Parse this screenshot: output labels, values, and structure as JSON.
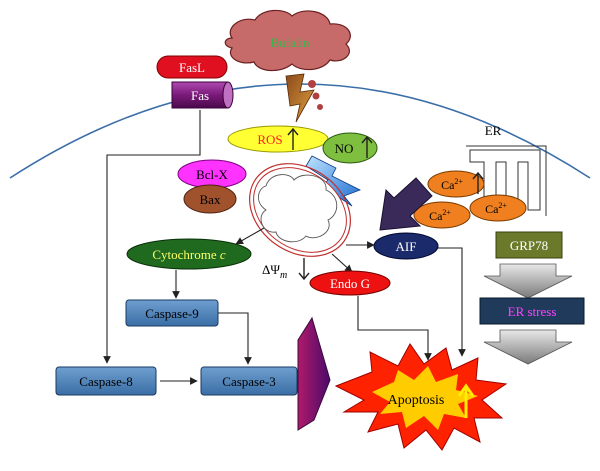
{
  "nodes": {
    "bufalin": "Bufalin",
    "fasl": "FasL",
    "fas": "Fas",
    "ros": "ROS",
    "no": "NO",
    "er": "ER",
    "bclx": "Bcl-X",
    "bax": "Bax",
    "ca2_top": "Ca",
    "ca2_left": "Ca",
    "ca2_right": "Ca",
    "ca_sup": "2+",
    "cytochrome": "Cytochrome ",
    "cytochrome_c": "c",
    "delta_psi": "ΔΨ",
    "delta_psi_sub": "m",
    "aif": "AIF",
    "endog": "Endo G",
    "grp78": "GRP78",
    "er_stress": "ER stress",
    "caspase9": "Caspase-9",
    "caspase8": "Caspase-8",
    "caspase3": "Caspase-3",
    "apoptosis": "Apoptosis"
  },
  "colors": {
    "membrane": "#3b6ea8",
    "cloud_fill": "#c96a6a",
    "bufalin_text": "#39b54a",
    "fasl_fill": "#e01020",
    "fas_fill": "#7a1a7a",
    "ros_fill": "#ffff33",
    "ros_text": "#ff2020",
    "no_fill": "#7fbf3f",
    "bclx_fill": "#ff33ff",
    "bax_fill": "#a0522d",
    "ca_fill": "#f07f1f",
    "cyto_fill": "#1f6a1f",
    "cyto_text": "#ffff66",
    "aif_fill": "#1a2a6a",
    "endog_fill": "#ee1111",
    "grp78_fill": "#6b7a2a",
    "erstress_fill": "#1f3a5a",
    "erstress_text": "#ff44ff",
    "caspase_fill": "#4a7fb5",
    "apoptosis_outer": "#ff2200",
    "apoptosis_inner": "#ffcc00"
  }
}
